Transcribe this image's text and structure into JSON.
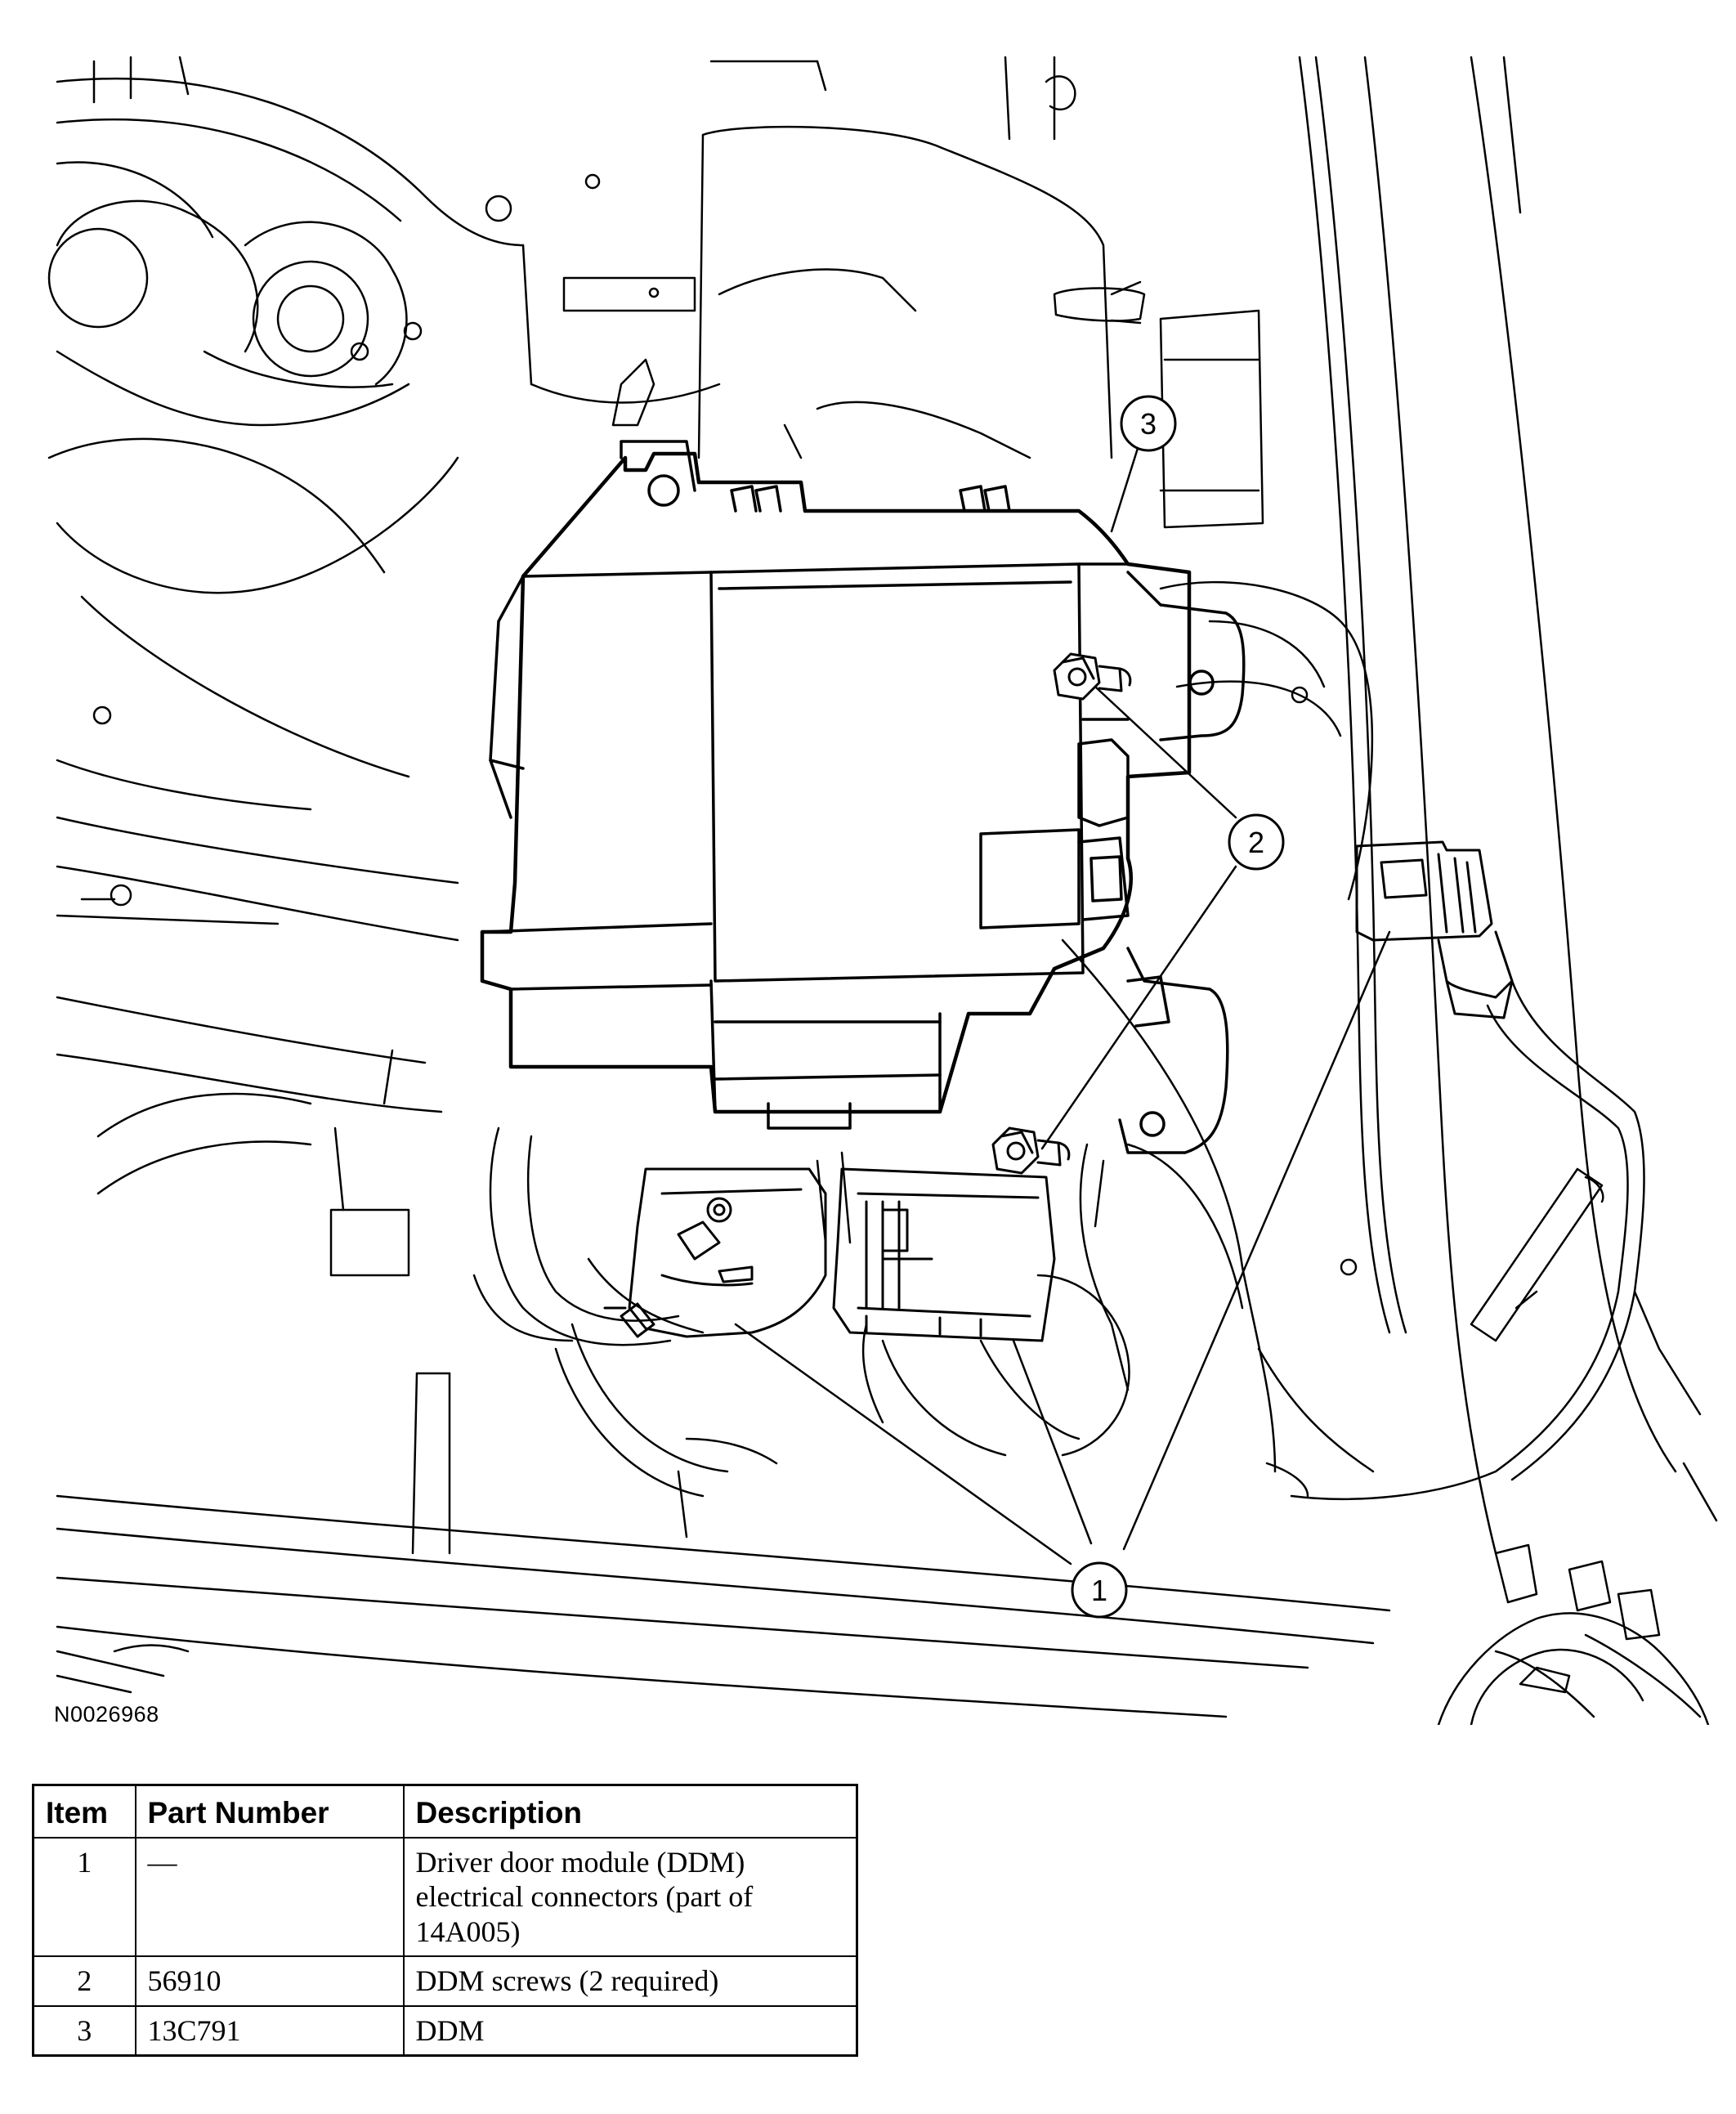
{
  "figure_id": "N0026968",
  "callouts": [
    {
      "id": "callout-1",
      "label": "1"
    },
    {
      "id": "callout-2",
      "label": "2"
    },
    {
      "id": "callout-3",
      "label": "3"
    }
  ],
  "table": {
    "headers": [
      "Item",
      "Part Number",
      "Description"
    ],
    "rows": [
      {
        "item": "1",
        "part_number": "—",
        "description": "Driver door module (DDM) electrical connectors (part of 14A005)"
      },
      {
        "item": "2",
        "part_number": "56910",
        "description": "DDM screws (2 required)"
      },
      {
        "item": "3",
        "part_number": "13C791",
        "description": "DDM"
      }
    ]
  }
}
